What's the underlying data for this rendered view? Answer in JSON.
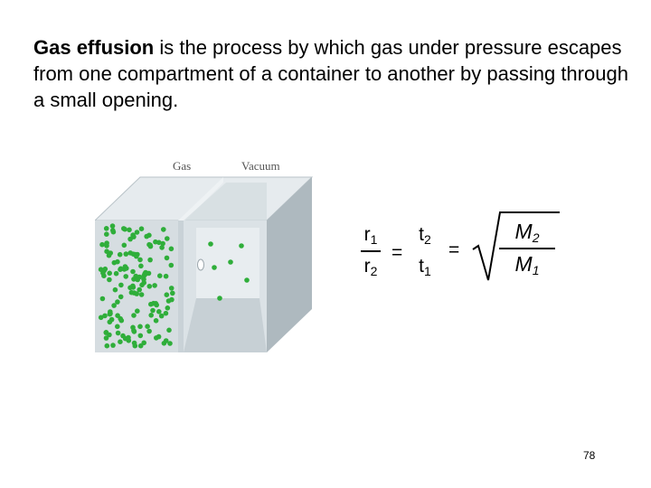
{
  "text": {
    "bold_term": "Gas effusion",
    "rest": " is the process by which gas under pressure escapes from one compartment of a container to another by passing through a small opening."
  },
  "figure": {
    "label_left": "Gas",
    "label_right": "Vacuum"
  },
  "equation": {
    "r_num": "r",
    "r_num_sub": "1",
    "r_den": "r",
    "r_den_sub": "2",
    "t_num": "t",
    "t_num_sub": "2",
    "t_den": "t",
    "t_den_sub": "1",
    "eq1": "=",
    "eq2": "=",
    "m_num": "M",
    "m_num_sub": "2",
    "m_den": "M",
    "m_den_sub": "1"
  },
  "page_number": "78",
  "colors": {
    "container_light": "#dfe6ea",
    "container_mid": "#c3cdd2",
    "container_dark": "#a9b4ba",
    "particle": "#2fae3a"
  }
}
